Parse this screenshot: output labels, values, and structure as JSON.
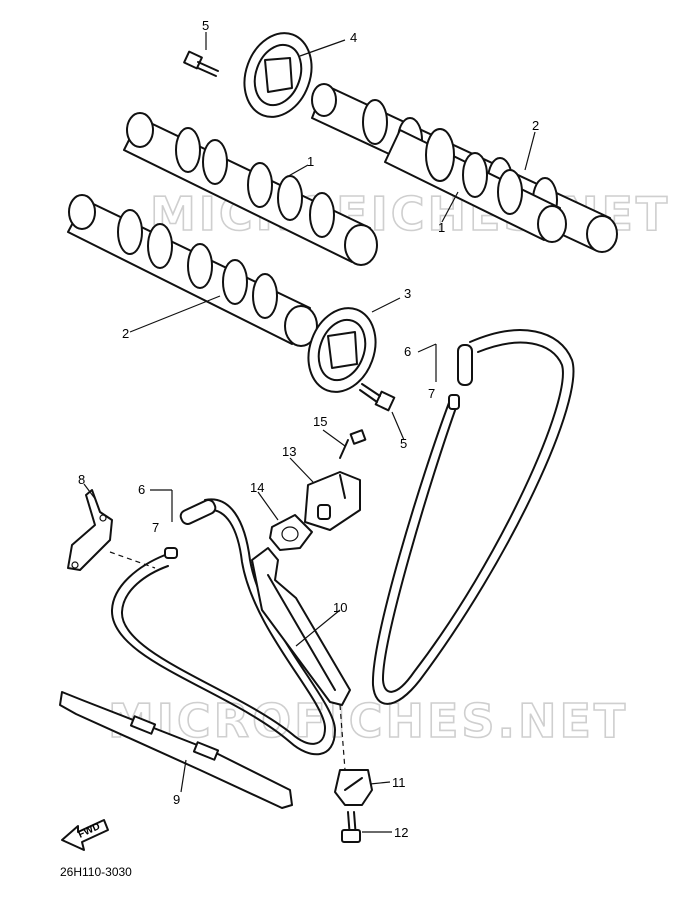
{
  "watermark": "MICROFICHES.NET",
  "drawing_code": "26H110-3030",
  "fwd_label": "FWD",
  "callouts": [
    {
      "label": "5"
    },
    {
      "label": "4"
    },
    {
      "label": "2"
    },
    {
      "label": "1"
    },
    {
      "label": "1"
    },
    {
      "label": "2"
    },
    {
      "label": "3"
    },
    {
      "label": "6"
    },
    {
      "label": "7"
    },
    {
      "label": "5"
    },
    {
      "label": "15"
    },
    {
      "label": "13"
    },
    {
      "label": "14"
    },
    {
      "label": "8"
    },
    {
      "label": "6"
    },
    {
      "label": "7"
    },
    {
      "label": "10"
    },
    {
      "label": "9"
    },
    {
      "label": "11"
    },
    {
      "label": "12"
    }
  ]
}
